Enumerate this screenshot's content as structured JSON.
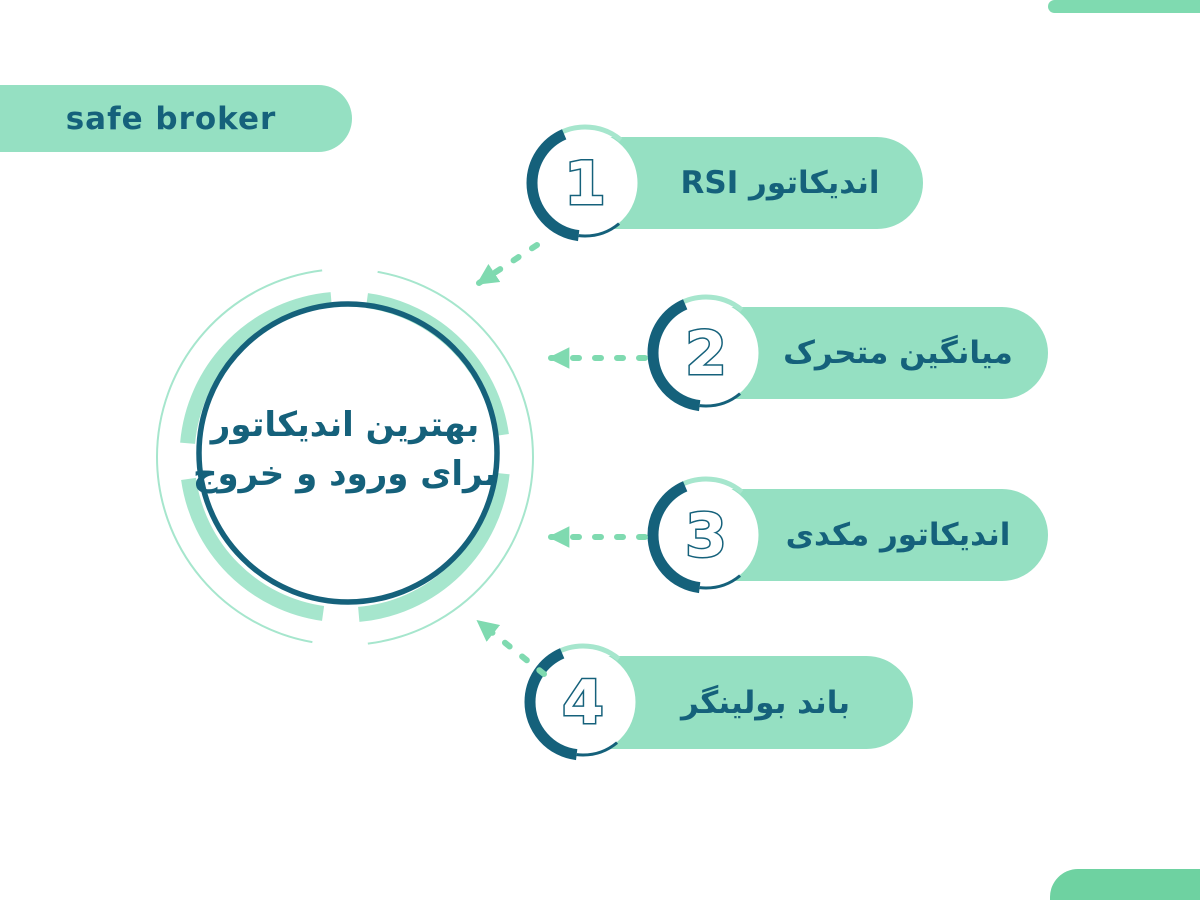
{
  "brand": {
    "label": "safe broker"
  },
  "center": {
    "title_line1": "بهترین اندیکاتور",
    "title_line2": "برای ورود و خروج"
  },
  "items": [
    {
      "number": "1",
      "label": "اندیکاتور RSI"
    },
    {
      "number": "2",
      "label": "میانگین متحرک"
    },
    {
      "number": "3",
      "label": "اندیکاتور مکدی"
    },
    {
      "number": "4",
      "label": "باند بولینگر"
    }
  ],
  "colors": {
    "dark_teal": "#15617B",
    "mint": "#95E0C2",
    "mint_light": "#A6E6CD",
    "arrow_mint": "#7FDAB0",
    "corner_green": "#6ED2A1",
    "background": "#FFFFFF"
  }
}
